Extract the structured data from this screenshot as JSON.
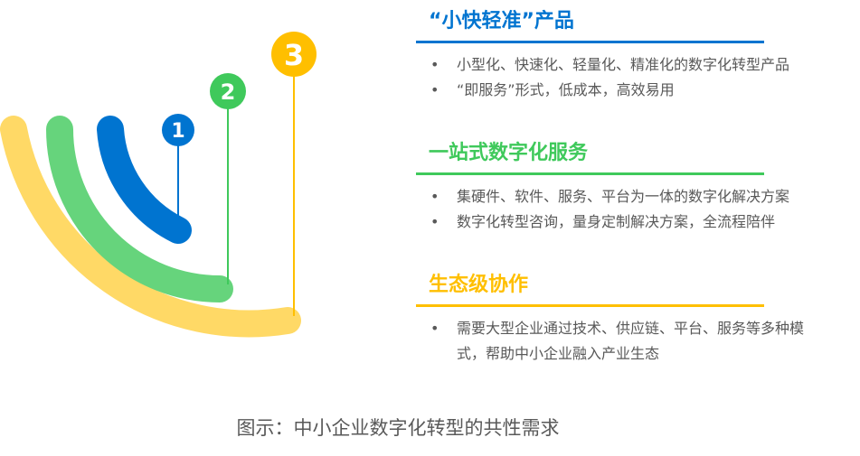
{
  "colors": {
    "blue": "#0074D0",
    "green": "#3FC95B",
    "green_arc": "#66D47C",
    "yellow": "#FFBF00",
    "yellow_arc": "#FFD966"
  },
  "markers": [
    "1",
    "2",
    "3"
  ],
  "sections": [
    {
      "title": "“小快轻准”产品",
      "bullets": [
        "小型化、快速化、轻量化、精准化的数字化转型产品",
        "“即服务”形式，低成本，高效易用"
      ]
    },
    {
      "title": "一站式数字化服务",
      "bullets": [
        "集硬件、软件、服务、平台为一体的数字化解决方案",
        "数字化转型咨询，量身定制解决方案，全流程陪伴"
      ]
    },
    {
      "title": "生态级协作",
      "bullets": [
        "需要大型企业通过技术、供应链、平台、服务等多种模式，帮助中小企业融入产业生态"
      ]
    }
  ],
  "bullet_glyph": "•",
  "caption": "图示：中小企业数字化转型的共性需求"
}
